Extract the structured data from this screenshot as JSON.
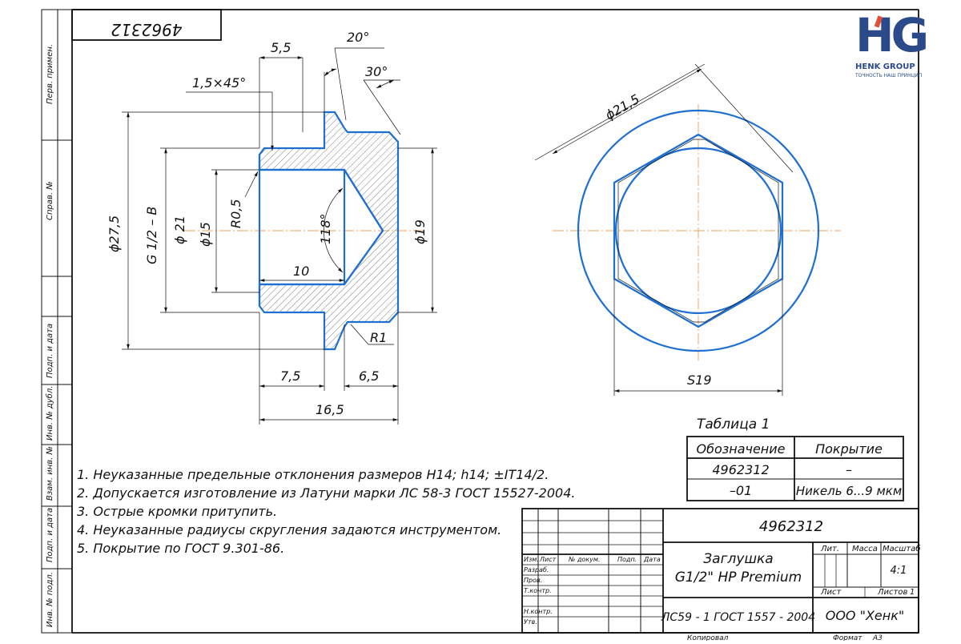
{
  "logo": {
    "mark": "HG",
    "company": "HENK GROUP",
    "slogan": "ТОЧНОСТЬ НАШ ПРИНЦИП",
    "brand_color": "#2a4a8a",
    "accent_color": "#e0503a"
  },
  "stamp_code": "4962312",
  "side_labels": [
    "Перв. примен.",
    "Справ. №",
    "Подп. и дата",
    "Инв. № дубл.",
    "Взам. инв. №",
    "Подп. и дата",
    "Инв. № подл."
  ],
  "dimensions": {
    "d_5_5": "5,5",
    "angle_20": "20°",
    "angle_30": "30°",
    "chamfer": "1,5×45°",
    "d_27_5": "ϕ27,5",
    "thread": "G 1/2 – B",
    "d_21": "ϕ 21",
    "d_15": "ϕ15",
    "r_0_5": "R0,5",
    "angle_118": "118°",
    "d_19": "ϕ19",
    "d_10": "10",
    "r_1": "R1",
    "d_7_5": "7,5",
    "d_6_5": "6,5",
    "d_16_5": "16,5",
    "d_21_5": "ϕ21,5",
    "s_19": "S19"
  },
  "table1": {
    "title": "Таблица 1",
    "headers": [
      "Обозначение",
      "Покрытие"
    ],
    "rows": [
      [
        "4962312",
        "–"
      ],
      [
        "–01",
        "Никель 6...9 мкм"
      ]
    ]
  },
  "notes": [
    "1. Неуказанные предельные отклонения размеров H14; h14; ±IT14/2.",
    "2. Допускается изготовление из Латуни марки ЛС 58-3 ГОСТ 15527-2004.",
    "3. Острые кромки притупить.",
    "4. Неуказанные радиусы скругления задаются инструментом.",
    "5. Покрытие по ГОСТ 9.301-86."
  ],
  "title_block": {
    "designation": "4962312",
    "name_line1": "Заглушка",
    "name_line2": "G1/2\" HP Premium",
    "material": "ЛС59 - 1 ГОСТ 1557 - 2004",
    "company": "ООО \"Хенк\"",
    "lit_label": "Лит.",
    "mass_label": "Масса",
    "scale_label": "Масштаб",
    "scale_value": "4:1",
    "sheet_label": "Лист",
    "sheets_label": "Листов",
    "sheets_value": "1",
    "col_izm": "Изм.",
    "col_list": "Лист",
    "col_doc": "№ докум.",
    "col_sign": "Подп.",
    "col_date": "Дата",
    "row_razrab": "Разраб.",
    "row_prov": "Пров.",
    "row_tkontr": "Т.контр.",
    "row_nkontr": "Н.контр.",
    "row_utv": "Утв.",
    "kopiroval": "Копировал",
    "format_label": "Формат",
    "format_value": "А3"
  }
}
